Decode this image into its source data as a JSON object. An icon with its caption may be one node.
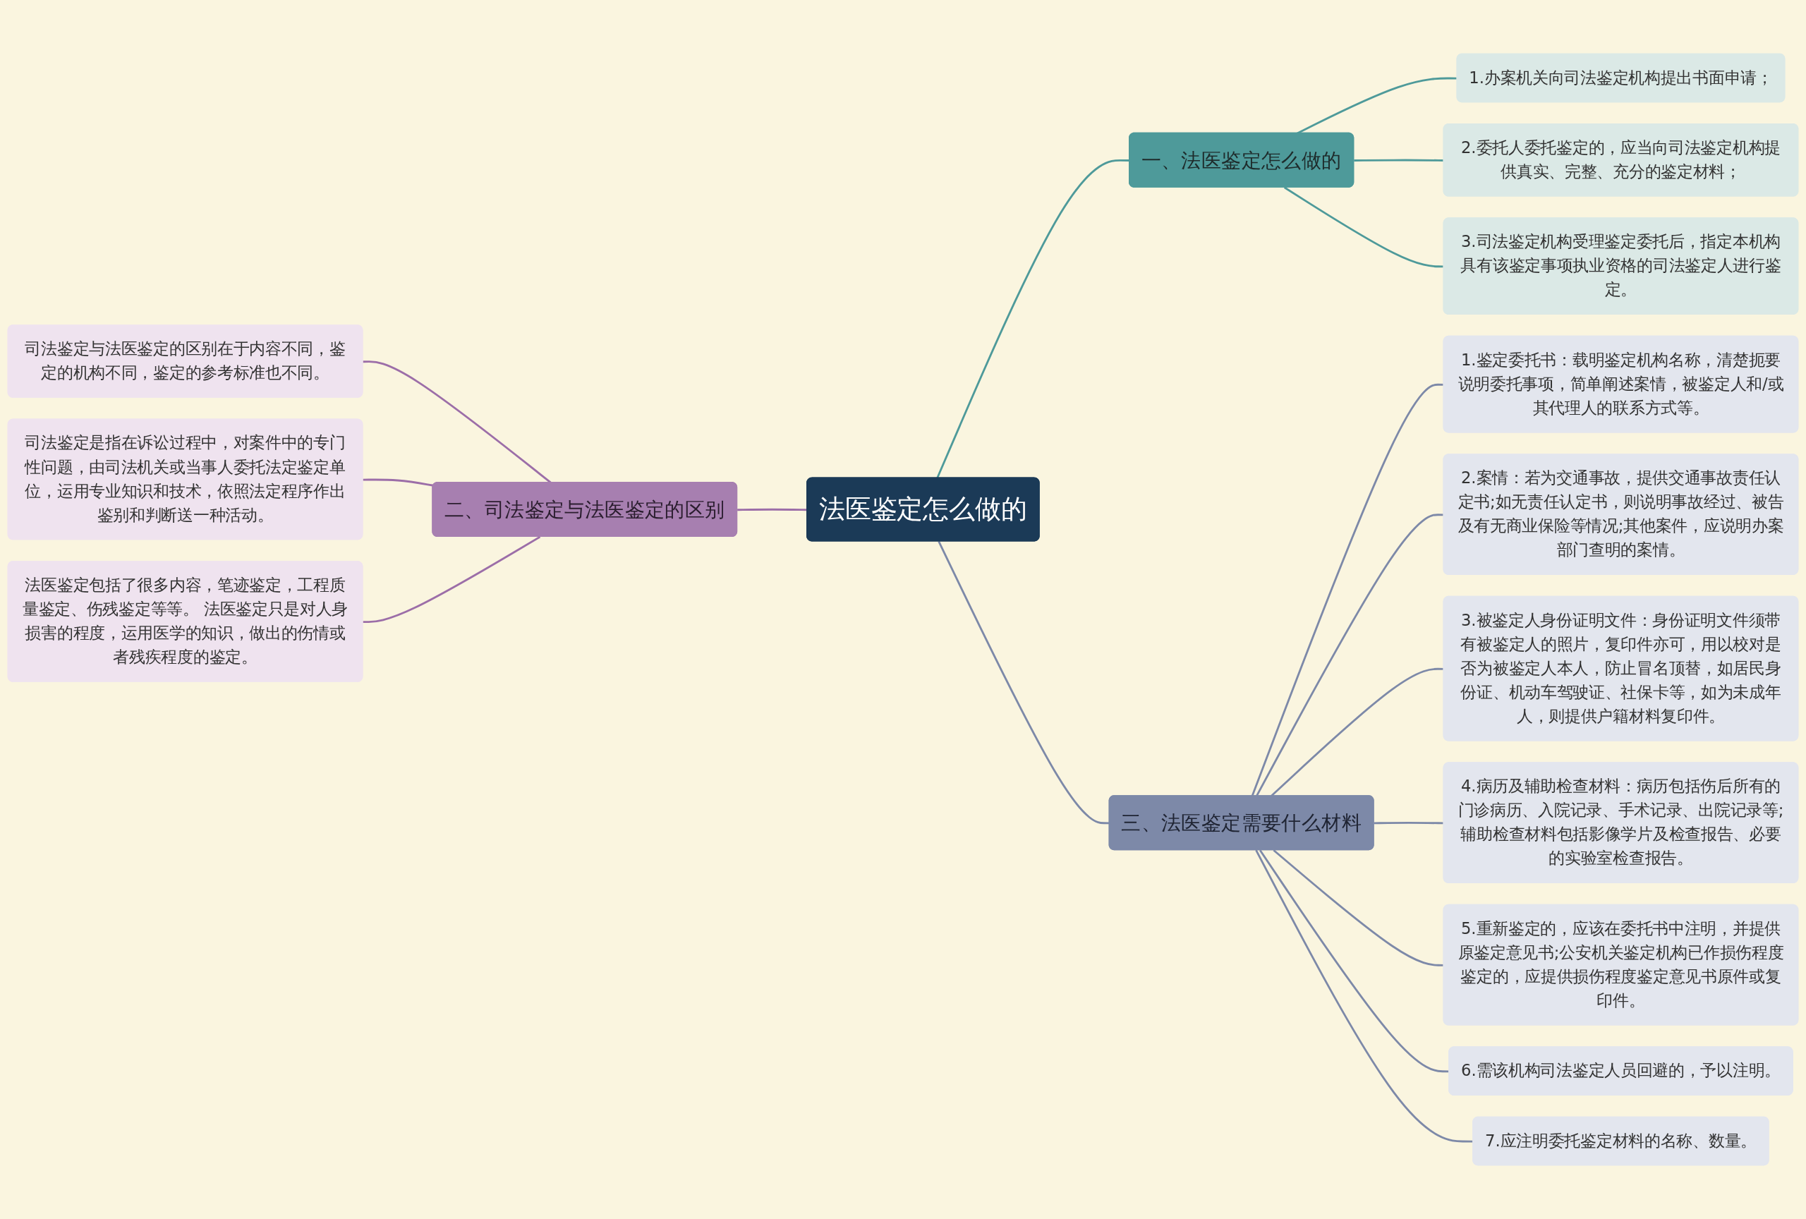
{
  "diagram": {
    "nodes": [
      {
        "text": [
          "法医鉴定怎么做的"
        ]
      },
      {
        "text": [
          "一、法医鉴定怎么做的"
        ]
      },
      {
        "text": [
          "1.办案机关向司法鉴定机构提出书面申请；"
        ]
      },
      {
        "text": [
          "2.委托人委托鉴定的，应当向司法鉴定机构提供真实、完整、充分的鉴定材料；"
        ]
      },
      {
        "text": [
          "3.司法鉴定机构受理鉴定委托后，指定本机构具有该鉴定事项执业资格的司法鉴定人进行鉴定。"
        ]
      },
      {
        "text": [
          "二、司法鉴定与法医鉴定的区别"
        ]
      },
      {
        "text": [
          "司法鉴定与法医鉴定的区别在于内容不同，鉴定的机构不同，鉴定的参考标准也不同。"
        ]
      },
      {
        "text": [
          "司法鉴定是指在诉讼过程中，对案件中的专门性问题，由司法机关或当事人委托法定鉴定单位，运用专业知识和技术，依照法定程序作出鉴别和判断送一种活动。"
        ]
      },
      {
        "text": [
          "法医鉴定包括了很多内容，笔迹鉴定，工程质量鉴定、伤残鉴定等等。 法医鉴定只是对人身损害的程度，运用医学的知识，做出的伤情或者残疾程度的鉴定。"
        ]
      },
      {
        "text": [
          "三、法医鉴定需要什么材料"
        ]
      },
      {
        "text": [
          "1.鉴定委托书：载明鉴定机构名称，清楚扼要说明委托事项，简单阐述案情，被鉴定人和/或其代理人的联系方式等。"
        ]
      },
      {
        "text": [
          "2.案情：若为交通事故，提供交通事故责任认定书;如无责任认定书，则说明事故经过、被告及有无商业保险等情况;其他案件，应说明办案部门查明的案情。"
        ]
      },
      {
        "text": [
          "3.被鉴定人身份证明文件：身份证明文件须带有被鉴定人的照片，复印件亦可，用以校对是否为被鉴定人本人，防止冒名顶替，如居民身份证、机动车驾驶证、社保卡等，如为未成年人，则提供户籍材料复印件。"
        ]
      },
      {
        "text": [
          "4.病历及辅助检查材料：病历包括伤后所有的门诊病历、入院记录、手术记录、出院记录等;辅助检查材料包括影像学片及检查报告、必要的实验室检查报告。"
        ]
      },
      {
        "text": [
          "5.重新鉴定的，应该在委托书中注明，并提供原鉴定意见书;公安机关鉴定机构已作损伤程度鉴定的，应提供损伤程度鉴定意见书原件或复印件。"
        ]
      },
      {
        "text": [
          "6.需该机构司法鉴定人员回避的，予以注明。"
        ]
      },
      {
        "text": [
          "7.应注明委托鉴定材料的名称、数量。"
        ]
      }
    ],
    "edges": [
      {
        "from": 0,
        "to": 1,
        "arrow": "none",
        "color": "#4e9a9a"
      },
      {
        "from": 1,
        "to": 2,
        "arrow": "none",
        "color": "#4e9a9a"
      },
      {
        "from": 1,
        "to": 3,
        "arrow": "none",
        "color": "#4e9a9a"
      },
      {
        "from": 1,
        "to": 4,
        "arrow": "none",
        "color": "#4e9a9a"
      },
      {
        "from": 0,
        "to": 5,
        "arrow": "none",
        "color": "#9c6ea8"
      },
      {
        "from": 5,
        "to": 6,
        "arrow": "none",
        "color": "#9c6ea8"
      },
      {
        "from": 5,
        "to": 7,
        "arrow": "none",
        "color": "#9c6ea8"
      },
      {
        "from": 5,
        "to": 8,
        "arrow": "none",
        "color": "#9c6ea8"
      },
      {
        "from": 0,
        "to": 9,
        "arrow": "none"
      },
      {
        "from": 9,
        "to": 10,
        "arrow": "none"
      },
      {
        "from": 9,
        "to": 11,
        "arrow": "none"
      },
      {
        "from": 9,
        "to": 12,
        "arrow": "none"
      },
      {
        "from": 9,
        "to": 13,
        "arrow": "none"
      },
      {
        "from": 9,
        "to": 14,
        "arrow": "none"
      },
      {
        "from": 9,
        "to": 15,
        "arrow": "none"
      },
      {
        "from": 9,
        "to": 16,
        "arrow": "none"
      }
    ]
  }
}
